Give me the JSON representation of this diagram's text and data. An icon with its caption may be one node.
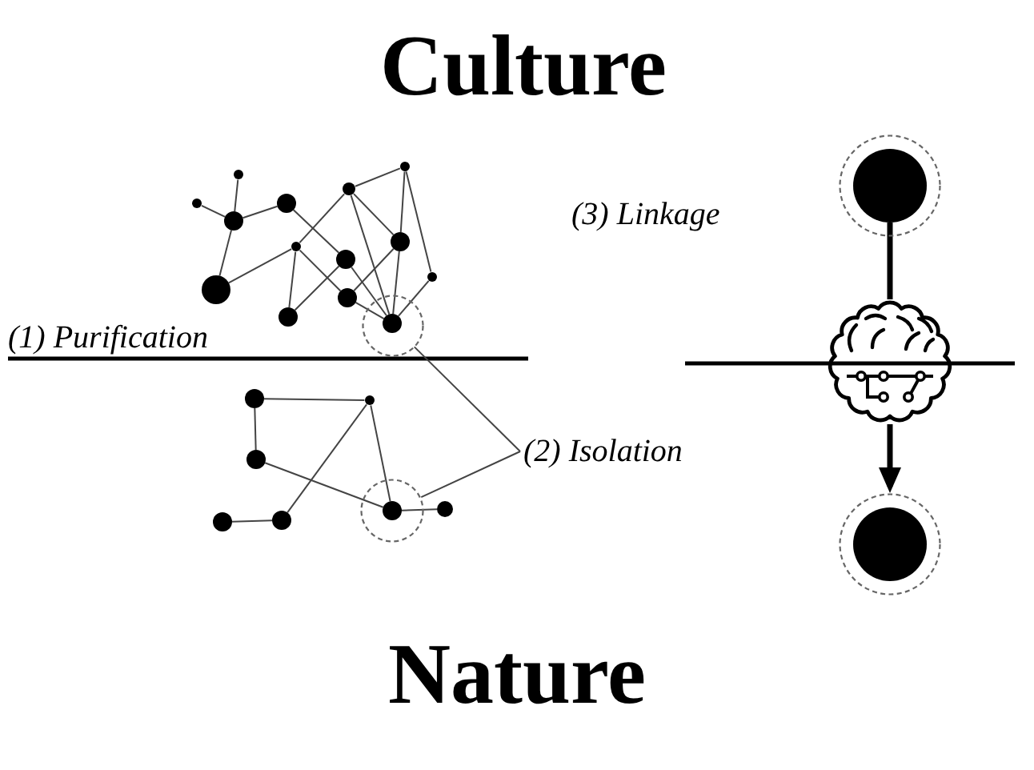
{
  "diagram": {
    "nodes": [
      {
        "text": [],
        "shape": "circle"
      },
      {
        "text": [],
        "shape": "circle"
      },
      {
        "text": [],
        "shape": "circle"
      },
      {
        "text": [],
        "shape": "circle"
      },
      {
        "text": [],
        "shape": "circle"
      },
      {
        "text": [],
        "shape": "circle"
      },
      {
        "text": [],
        "shape": "circle"
      },
      {
        "text": [],
        "shape": "circle"
      },
      {
        "text": [],
        "shape": "circle"
      },
      {
        "text": [],
        "shape": "circle"
      },
      {
        "text": [],
        "shape": "circle"
      },
      {
        "text": [],
        "shape": "circle"
      },
      {
        "text": [],
        "shape": "circle"
      },
      {
        "text": [],
        "shape": "circle"
      },
      {
        "text": [],
        "shape": "circle",
        "in": 13
      },
      {
        "text": [
          "(2) Isolation"
        ]
      },
      {
        "text": [],
        "shape": "circle"
      },
      {
        "text": [],
        "shape": "circle"
      },
      {
        "text": [],
        "shape": "circle"
      },
      {
        "text": [],
        "shape": "circle"
      },
      {
        "text": [],
        "shape": "circle",
        "in": 19
      },
      {
        "text": [],
        "shape": "circle"
      },
      {
        "text": [],
        "shape": "circle"
      },
      {
        "text": [],
        "shape": "circle"
      },
      {
        "text": [],
        "shape": "circle"
      },
      {
        "text": [],
        "shape": "circle",
        "in": 24
      },
      {
        "text": [],
        "shape": "picture"
      },
      {
        "text": [],
        "shape": "circle"
      },
      {
        "text": [],
        "shape": "circle",
        "in": 27
      }
    ],
    "edges": [
      {
        "from": 3,
        "to": 5,
        "arrow": "none"
      },
      {
        "from": 1,
        "to": 5,
        "arrow": "none"
      },
      {
        "from": 5,
        "to": 4,
        "arrow": "none"
      },
      {
        "from": 5,
        "to": 10,
        "arrow": "none"
      },
      {
        "from": 10,
        "to": 7,
        "arrow": "none"
      },
      {
        "from": 4,
        "to": 8,
        "arrow": "none"
      },
      {
        "from": 2,
        "to": 7,
        "arrow": "none"
      },
      {
        "from": 7,
        "to": 12,
        "arrow": "none"
      },
      {
        "from": 7,
        "to": 11,
        "arrow": "none"
      },
      {
        "from": 12,
        "to": 8,
        "arrow": "none"
      },
      {
        "from": 8,
        "to": 14,
        "arrow": "none"
      },
      {
        "from": 11,
        "to": 14,
        "arrow": "none"
      },
      {
        "from": 2,
        "to": 0,
        "arrow": "none"
      },
      {
        "from": 2,
        "to": 6,
        "arrow": "none"
      },
      {
        "from": 2,
        "to": 14,
        "arrow": "none"
      },
      {
        "from": 0,
        "to": 6,
        "arrow": "none"
      },
      {
        "from": 6,
        "to": 14,
        "arrow": "none"
      },
      {
        "from": 0,
        "to": 9,
        "arrow": "none"
      },
      {
        "from": 9,
        "to": 14,
        "arrow": "none"
      },
      {
        "from": 6,
        "to": 11,
        "arrow": "none"
      },
      {
        "from": 15,
        "to": 13,
        "arrow": "none"
      },
      {
        "from": 15,
        "to": 19,
        "arrow": "none"
      },
      {
        "from": 16,
        "to": 17,
        "arrow": "none"
      },
      {
        "from": 16,
        "to": 18,
        "arrow": "none"
      },
      {
        "from": 18,
        "to": 20,
        "arrow": "none"
      },
      {
        "from": 17,
        "to": 23,
        "arrow": "none"
      },
      {
        "from": 17,
        "to": 20,
        "arrow": "none"
      },
      {
        "from": 22,
        "to": 23,
        "arrow": "none"
      },
      {
        "from": 20,
        "to": 21,
        "arrow": "none"
      },
      {
        "from": 25,
        "to": 26,
        "arrow": "none",
        "style": "thick"
      },
      {
        "from": 26,
        "to": 27,
        "arrow": "to",
        "style": "thick"
      }
    ],
    "labels": [
      "Culture",
      "(3) Linkage",
      "(1) Purification",
      "Nature"
    ]
  }
}
